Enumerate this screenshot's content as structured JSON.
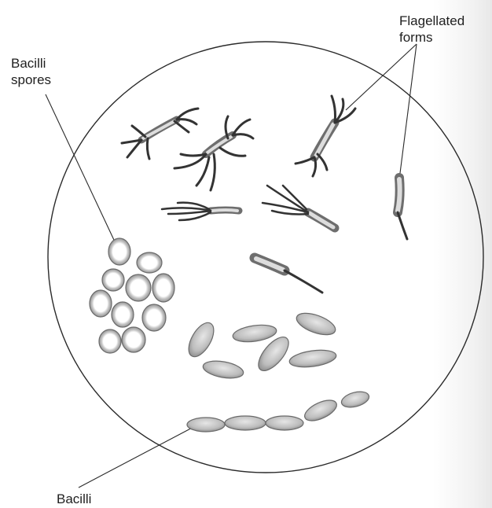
{
  "labels": {
    "bacilli_spores": [
      "Bacilli",
      "spores"
    ],
    "flagellated_forms": [
      "Flagellated",
      "forms"
    ],
    "bacilli": "Bacilli"
  },
  "colors": {
    "outline": "#2a2a2a",
    "cell_fill": "#cfcfcf",
    "cell_shadow": "#8a8a8a",
    "flagellate_dark": "#5a5a5a"
  }
}
